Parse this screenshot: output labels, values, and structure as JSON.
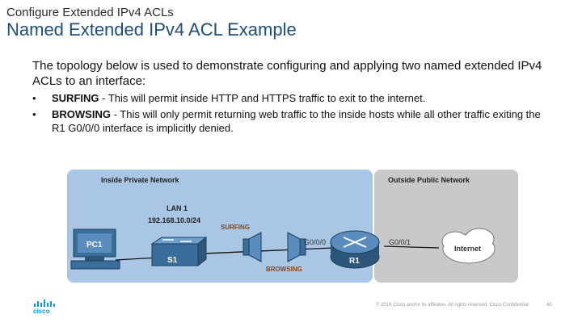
{
  "header": {
    "section": "Configure Extended IPv4 ACLs",
    "title": "Named Extended IPv4 ACL Example"
  },
  "intro": "The topology below is used to demonstrate configuring and applying two named extended IPv4 ACLs to an interface:",
  "bullets": [
    {
      "bold": "SURFING",
      "text": " - This will permit inside HTTP and HTTPS traffic to exit to the internet."
    },
    {
      "bold": "BROWSING",
      "text": " - This will only permit returning web traffic to the inside hosts while all other traffic exiting the R1 G0/0/0 interface is implicitly denied."
    }
  ],
  "diagram": {
    "inside_label": "Inside Private Network",
    "outside_label": "Outside Public Network",
    "lan_label": "LAN 1",
    "lan_subnet": "192.168.10.0/24",
    "pc_label": "PC1",
    "switch_label": "S1",
    "router_label": "R1",
    "acl_out": "SURFING",
    "acl_in": "BROWSING",
    "if_inside": "G0/0/0",
    "if_outside": "G0/0/1",
    "internet_label": "Internet"
  },
  "footer": {
    "copyright": "© 2016 Cisco and/or its affiliates. All rights reserved.    Cisco Confidential",
    "page": "40"
  },
  "logo": {
    "text": "cisco",
    "color": "#049fd9"
  }
}
